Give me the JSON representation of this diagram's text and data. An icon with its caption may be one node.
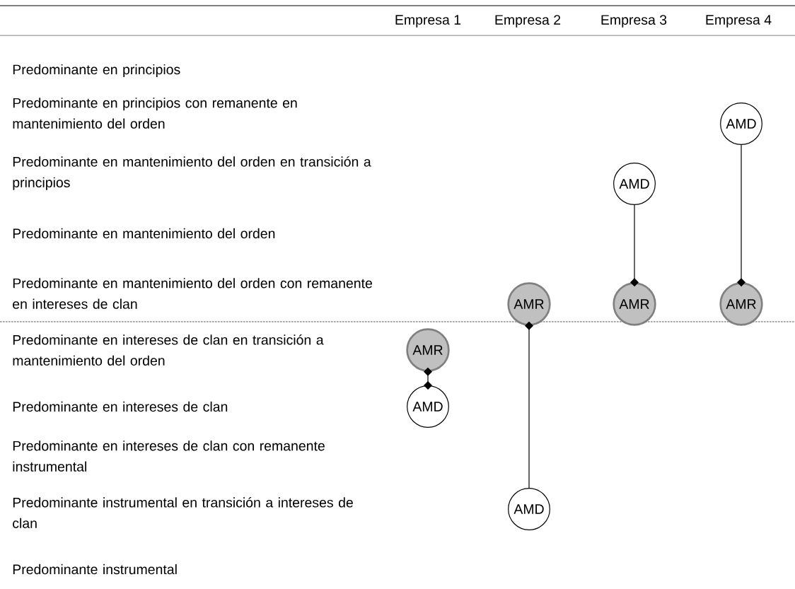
{
  "diagram": {
    "nodes": [
      {
        "text": [
          "AMD"
        ]
      },
      {
        "text": [
          "AMD"
        ]
      },
      {
        "text": [
          "AMR"
        ]
      },
      {
        "text": [
          "AMR"
        ]
      },
      {
        "text": [
          "AMR"
        ]
      },
      {
        "text": [
          "AMR"
        ]
      },
      {
        "text": [
          "AMD"
        ]
      },
      {
        "text": [
          "AMD"
        ]
      }
    ],
    "edges": [
      {
        "from": 3,
        "to": 1,
        "arrow": "other"
      },
      {
        "from": 4,
        "to": 0,
        "arrow": "other"
      },
      {
        "from": 2,
        "to": 7,
        "arrow": "other"
      },
      {
        "from": 5,
        "to": 6,
        "arrow": "other"
      }
    ],
    "labels": [
      "Empresa 1",
      "Empresa 2",
      "Empresa 3",
      "Empresa 4",
      "Predominante en principios",
      "Predominante en principios con remanente en mantenimiento del orden",
      "Predominante en mantenimiento del orden en transición a principios",
      "Predominante en mantenimiento del orden",
      "Predominante en mantenimiento del orden con remanente en intereses de clan",
      "Predominante en intereses de clan en transición a mantenimiento del orden",
      "Predominante en intereses de clan",
      "Predominante en intereses de clan con remanente instrumental",
      "Predominante instrumental en transición a intereses de clan",
      "Predominante instrumental"
    ]
  }
}
